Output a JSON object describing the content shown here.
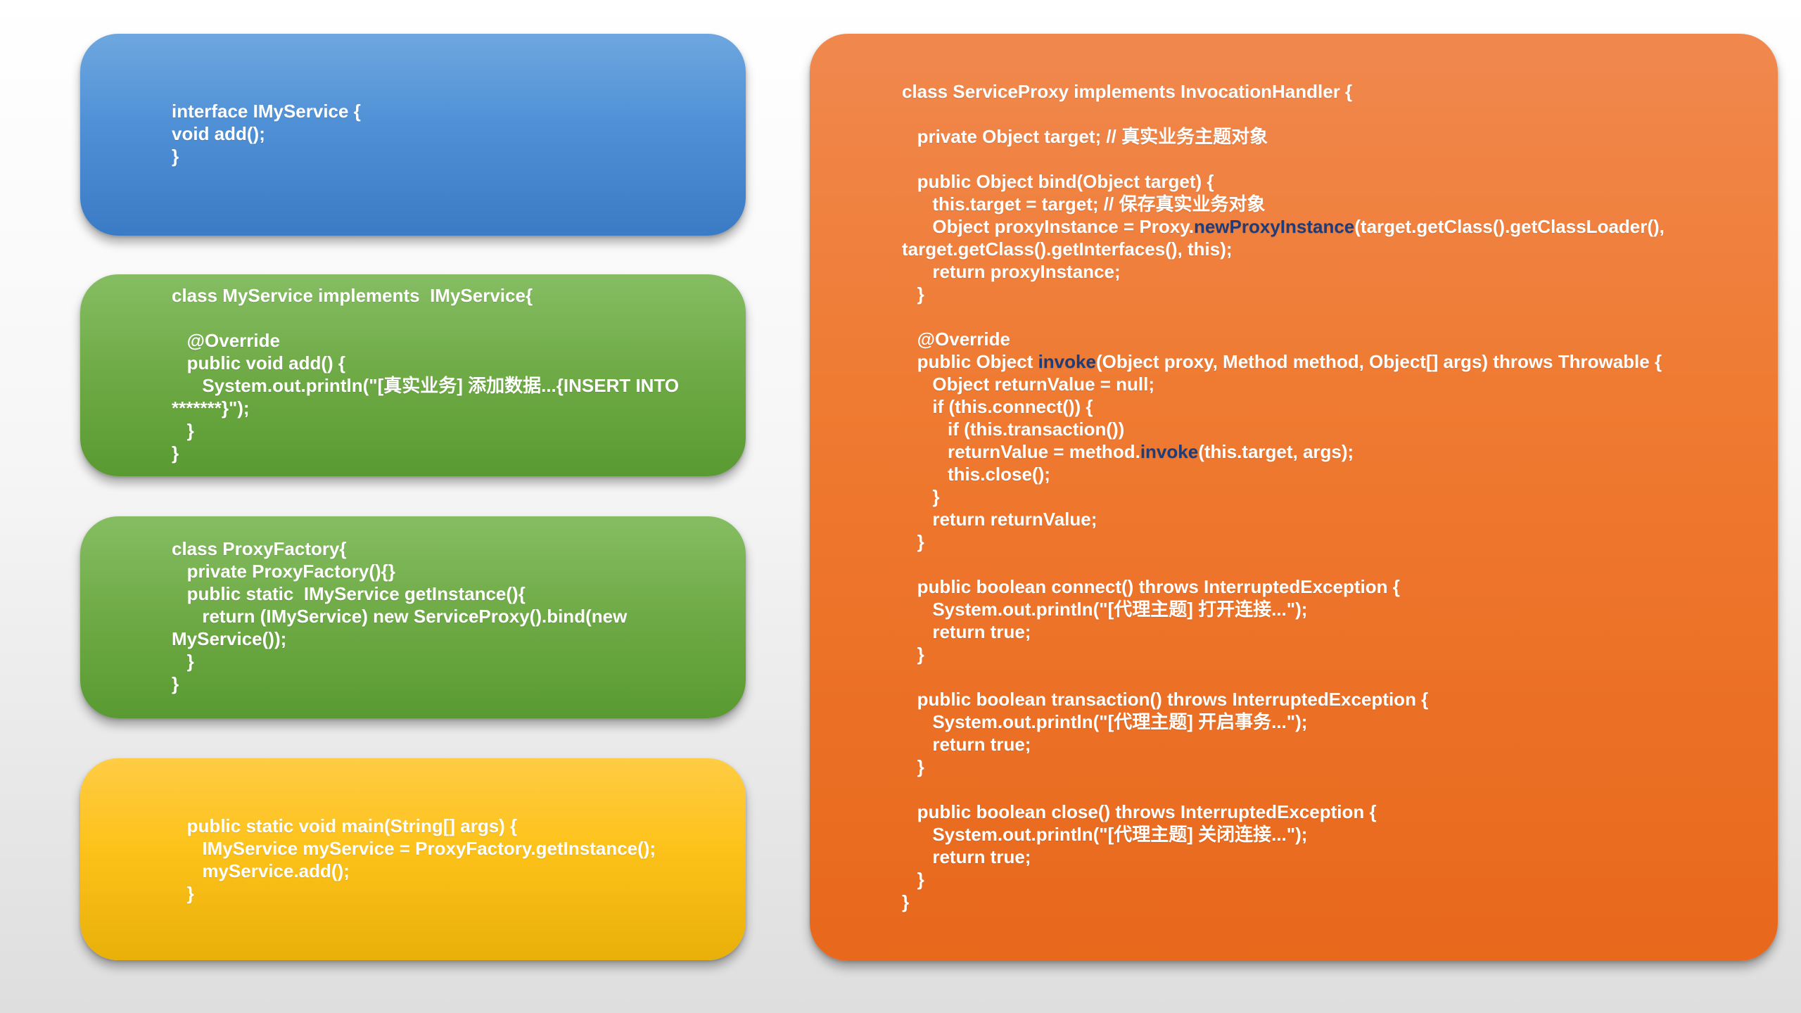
{
  "cards": {
    "interface": {
      "lines": [
        "interface IMyService {",
        "void add();",
        "}"
      ]
    },
    "myservice": {
      "lines": [
        "class MyService implements  IMyService{",
        "",
        "   @Override",
        "   public void add() {",
        "      System.out.println(\"[真实业务] 添加数据...{INSERT INTO",
        "*******}\");",
        "   }",
        "}"
      ]
    },
    "factory": {
      "lines": [
        "class ProxyFactory{",
        "   private ProxyFactory(){}",
        "   public static  IMyService getInstance(){",
        "      return (IMyService) new ServiceProxy().bind(new",
        "MyService());",
        "   }",
        "}"
      ]
    },
    "main": {
      "lines": [
        "   public static void main(String[] args) {",
        "      IMyService myService = ProxyFactory.getInstance();",
        "      myService.add();",
        "   }"
      ]
    },
    "proxy": {
      "lines": [
        "class ServiceProxy implements InvocationHandler {",
        "",
        "   private Object target; // 真实业务主题对象",
        "",
        "   public Object bind(Object target) {",
        "      this.target = target; // 保存真实业务对象",
        [
          "      Object proxyInstance = Proxy.",
          "newProxyInstance",
          "(target.getClass().getClassLoader(),"
        ],
        "target.getClass().getInterfaces(), this);",
        "      return proxyInstance;",
        "   }",
        "",
        "   @Override",
        [
          "   public Object ",
          "invoke",
          "(Object proxy, Method method, Object[] args) throws Throwable {"
        ],
        "      Object returnValue = null;",
        "      if (this.connect()) {",
        "         if (this.transaction())",
        [
          "         returnValue = method.",
          "invoke",
          "(this.target, args);"
        ],
        "         this.close();",
        "      }",
        "      return returnValue;",
        "   }",
        "",
        "   public boolean connect() throws InterruptedException {",
        "      System.out.println(\"[代理主题] 打开连接...\");",
        "      return true;",
        "   }",
        "",
        "   public boolean transaction() throws InterruptedException {",
        "      System.out.println(\"[代理主题] 开启事务...\");",
        "      return true;",
        "   }",
        "",
        "   public boolean close() throws InterruptedException {",
        "      System.out.println(\"[代理主题] 关闭连接...\");",
        "      return true;",
        "   }",
        "}"
      ]
    }
  },
  "colors": {
    "blue": "#4f90d6",
    "green": "#6eaa45",
    "yellow": "#fdc21a",
    "orange": "#ef7a31",
    "code_text": "#ffffff",
    "method_highlight": "#1f3b78"
  }
}
